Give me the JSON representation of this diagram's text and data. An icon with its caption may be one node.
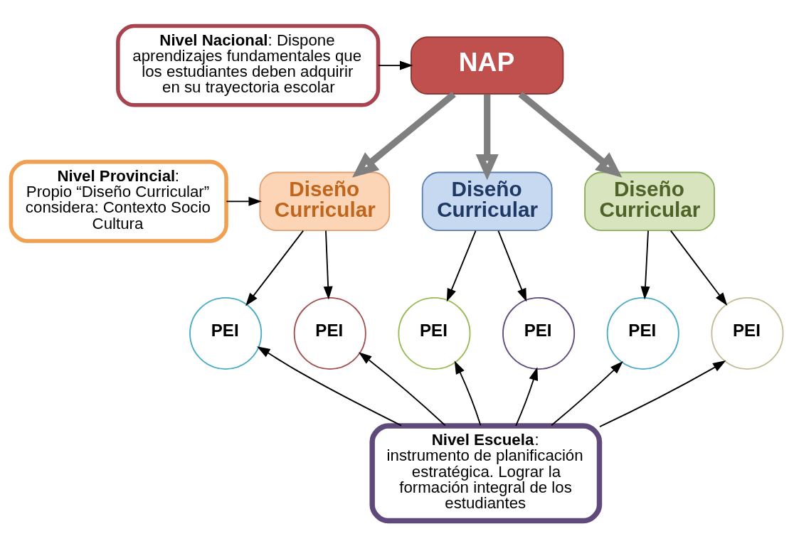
{
  "diagram": {
    "nodes": [
      {
        "text": [
          "NAP"
        ]
      },
      {
        "text": [
          "**Nivel Nacional**: Dispone aprendizajes fundamentales que los estudiantes deben adquirir en su trayectoria escolar"
        ]
      },
      {
        "text": [
          "**Nivel Provincial**: Propio “Diseño Curricular” considera: Contexto Socio Cultura"
        ]
      },
      {
        "text": [
          "Diseño Curricular"
        ]
      },
      {
        "text": [
          "Diseño Curricular"
        ]
      },
      {
        "text": [
          "Diseño Curricular"
        ]
      },
      {
        "text": [
          "PEI"
        ]
      },
      {
        "text": [
          "PEI"
        ]
      },
      {
        "text": [
          "PEI"
        ]
      },
      {
        "text": [
          "PEI"
        ]
      },
      {
        "text": [
          "PEI"
        ]
      },
      {
        "text": [
          "PEI"
        ]
      },
      {
        "text": [
          "**Nivel Escuela**: instrumento de planificación estratégica. Lograr la formación integral de los estudiantes"
        ]
      }
    ],
    "edges": [
      {
        "from": 1,
        "to": 0,
        "arrow": "to"
      },
      {
        "from": 0,
        "to": 3,
        "arrow": "to",
        "style": "thick",
        "color": "#7f7f7f"
      },
      {
        "from": 0,
        "to": 4,
        "arrow": "to",
        "style": "thick",
        "color": "#7f7f7f"
      },
      {
        "from": 0,
        "to": 5,
        "arrow": "to",
        "style": "thick",
        "color": "#7f7f7f"
      },
      {
        "from": 2,
        "to": 3,
        "arrow": "to"
      },
      {
        "from": 3,
        "to": 6,
        "arrow": "to"
      },
      {
        "from": 3,
        "to": 7,
        "arrow": "to"
      },
      {
        "from": 4,
        "to": 8,
        "arrow": "to"
      },
      {
        "from": 4,
        "to": 9,
        "arrow": "to"
      },
      {
        "from": 5,
        "to": 10,
        "arrow": "to"
      },
      {
        "from": 5,
        "to": 11,
        "arrow": "to"
      },
      {
        "from": 12,
        "to": 6,
        "arrow": "to"
      },
      {
        "from": 12,
        "to": 7,
        "arrow": "to"
      },
      {
        "from": 12,
        "to": 8,
        "arrow": "to"
      },
      {
        "from": 12,
        "to": 9,
        "arrow": "to"
      },
      {
        "from": 12,
        "to": 10,
        "arrow": "to"
      },
      {
        "from": 12,
        "to": 11,
        "arrow": "to"
      }
    ]
  }
}
